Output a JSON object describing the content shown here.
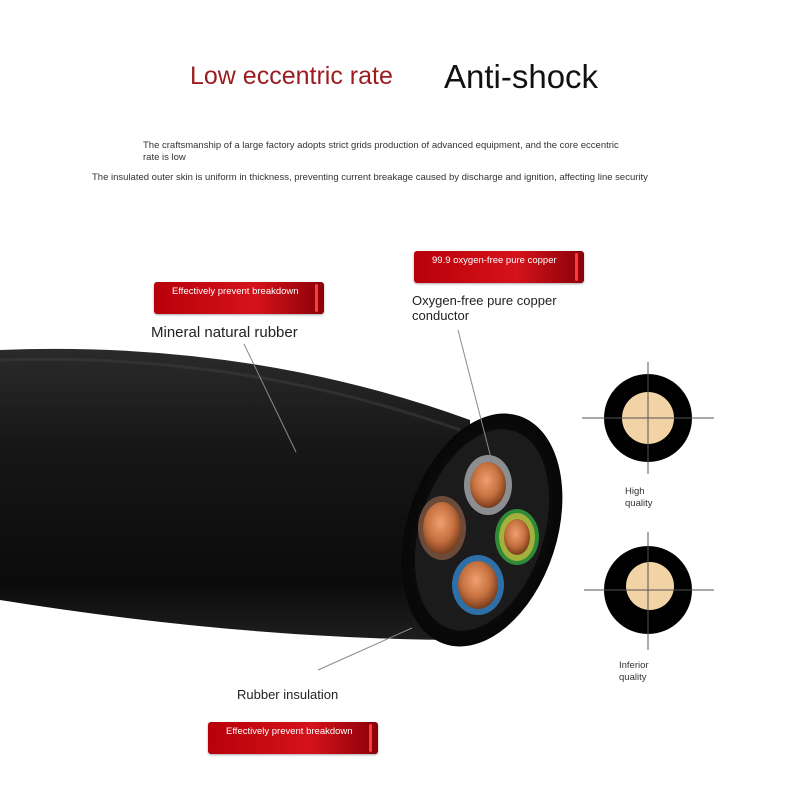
{
  "heading": {
    "left": "Low eccentric rate",
    "right": "Anti-shock"
  },
  "paragraphs": {
    "first": "The craftsmanship of a large factory adopts strict grids production of advanced equipment, and the core eccentric rate is low",
    "second": "The insulated outer skin is uniform in thickness, preventing current breakage caused by discharge and ignition, affecting line security"
  },
  "badges": {
    "top_left": "Effectively prevent breakdown",
    "top_right": "99.9 oxygen-free pure copper",
    "bottom": "Effectively prevent breakdown"
  },
  "labels": {
    "rubber": "Mineral natural rubber",
    "conductor": "Oxygen-free pure copper conductor",
    "insulation": "Rubber insulation"
  },
  "comparison": {
    "high": "High quality",
    "inferior": "Inferior quality"
  },
  "colors": {
    "accent_red": "#c8101a",
    "cable_black": "#111111",
    "copper": "#c9774a",
    "conductor_light": "#f1d3a5"
  }
}
